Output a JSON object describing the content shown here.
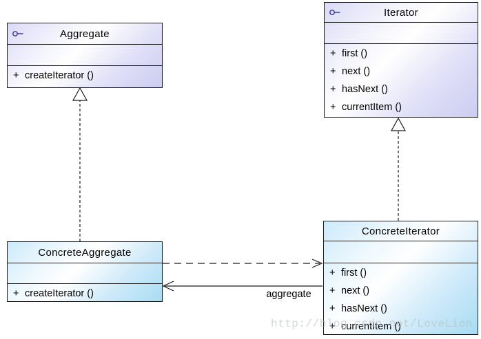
{
  "diagram": {
    "watermark": "http://blog.csdn.net/LoveLion",
    "classes": [
      {
        "name": "Aggregate",
        "kind": "interface",
        "attributes": [],
        "methods": [
          {
            "vis": "+",
            "sig": "createIterator ()"
          }
        ]
      },
      {
        "name": "Iterator",
        "kind": "interface",
        "attributes": [],
        "methods": [
          {
            "vis": "+",
            "sig": "first ()"
          },
          {
            "vis": "+",
            "sig": "next ()"
          },
          {
            "vis": "+",
            "sig": "hasNext ()"
          },
          {
            "vis": "+",
            "sig": "currentItem ()"
          }
        ]
      },
      {
        "name": "ConcreteAggregate",
        "kind": "class",
        "attributes": [],
        "methods": [
          {
            "vis": "+",
            "sig": "createIterator ()"
          }
        ]
      },
      {
        "name": "ConcreteIterator",
        "kind": "class",
        "attributes": [],
        "methods": [
          {
            "vis": "+",
            "sig": "first ()"
          },
          {
            "vis": "+",
            "sig": "next ()"
          },
          {
            "vis": "+",
            "sig": "hasNext ()"
          },
          {
            "vis": "+",
            "sig": "currentItem ()"
          }
        ]
      }
    ],
    "relationships": [
      {
        "type": "realization",
        "from": "ConcreteAggregate",
        "to": "Aggregate",
        "line": "dashed",
        "arrowhead": "hollow-triangle",
        "label": ""
      },
      {
        "type": "realization",
        "from": "ConcreteIterator",
        "to": "Iterator",
        "line": "dashed",
        "arrowhead": "hollow-triangle",
        "label": ""
      },
      {
        "type": "dependency",
        "from": "ConcreteAggregate",
        "to": "ConcreteIterator",
        "line": "dashed",
        "arrowhead": "open",
        "label": ""
      },
      {
        "type": "association",
        "from": "ConcreteIterator",
        "to": "ConcreteAggregate",
        "line": "solid",
        "arrowhead": "open",
        "label": "aggregate"
      }
    ],
    "colors": {
      "interface_fill": "#d0d0f3",
      "class_fill": "#a7dcf3",
      "border": "#1a1a1a",
      "interface_icon": "#333399",
      "watermark": "#b9bdbf"
    }
  }
}
